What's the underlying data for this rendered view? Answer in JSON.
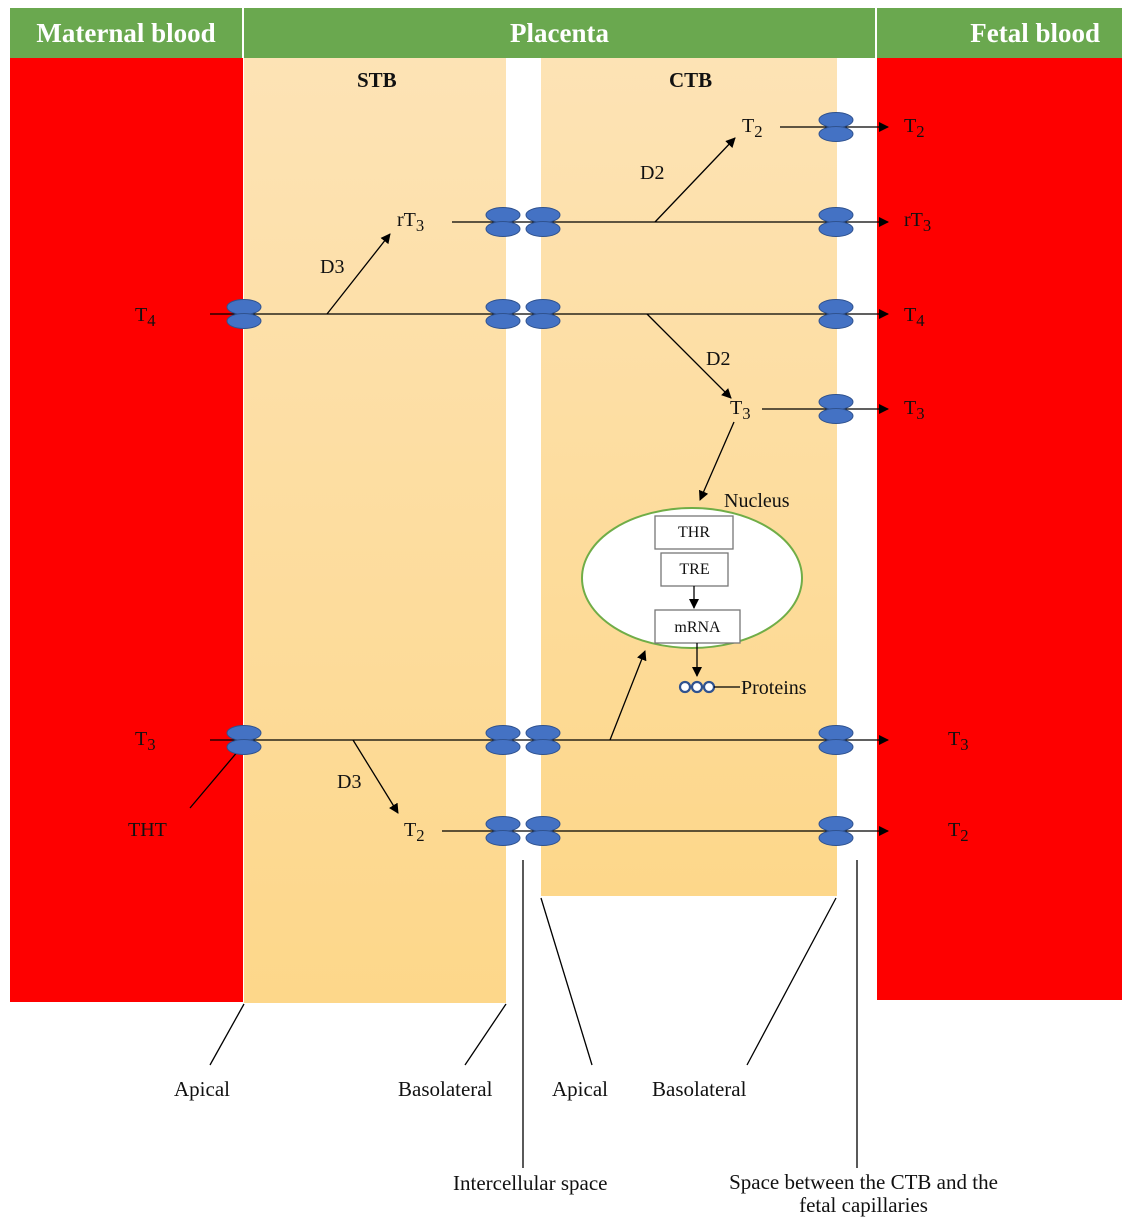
{
  "header": {
    "maternal_blood": "Maternal blood",
    "placenta": "Placenta",
    "fetal_blood": "Fetal blood"
  },
  "zones": {
    "stb": "STB",
    "ctb": "CTB"
  },
  "molecules": {
    "t4": "T4",
    "t3": "T3",
    "t2": "T2",
    "rt3": "rT3"
  },
  "enzymes": {
    "d2": "D2",
    "d3": "D3"
  },
  "transporter": "THT",
  "nucleus": {
    "label": "Nucleus",
    "thr": "THR",
    "tre": "TRE",
    "mrna": "mRNA",
    "proteins": "Proteins"
  },
  "bottom_labels": {
    "apical": "Apical",
    "basolateral": "Basolateral",
    "intercellular_space": "Intercellular space",
    "space_ctb_line1": "Space between the CTB and the",
    "space_ctb_line2": "fetal capillaries"
  },
  "colors": {
    "header_green": "#6aa84f",
    "blood_red": "#fe0000",
    "cell_peach": "#fde3b5",
    "transporter_blue": "#4472c4",
    "nucleus_border": "#70ad47"
  }
}
